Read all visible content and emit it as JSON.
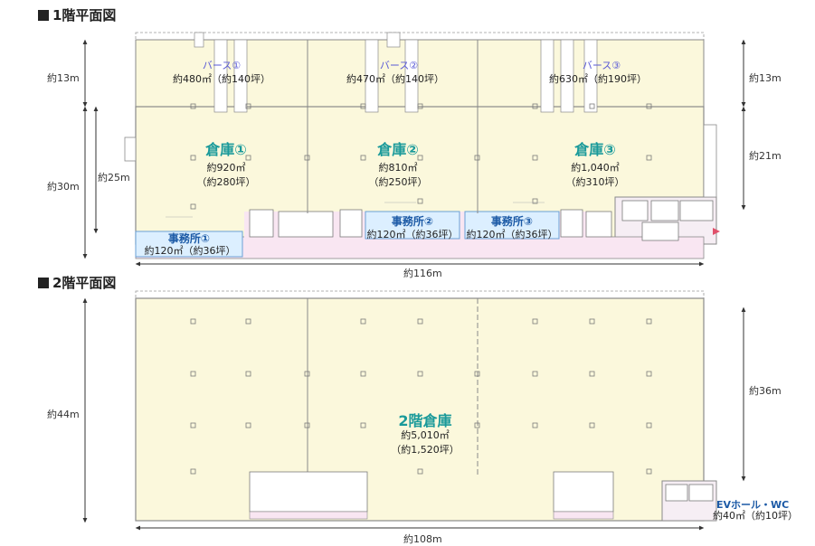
{
  "floor1": {
    "title": "1階平面図",
    "berths": [
      {
        "name": "バース①",
        "area": "約480㎡（約140坪）"
      },
      {
        "name": "バース②",
        "area": "約470㎡（約140坪）"
      },
      {
        "name": "バース③",
        "area": "約630㎡（約190坪）"
      }
    ],
    "warehouses": [
      {
        "name": "倉庫①",
        "area_m2": "約920㎡",
        "area_tsubo": "（約280坪）"
      },
      {
        "name": "倉庫②",
        "area_m2": "約810㎡",
        "area_tsubo": "（約250坪）"
      },
      {
        "name": "倉庫③",
        "area_m2": "約1,040㎡",
        "area_tsubo": "（約310坪）"
      }
    ],
    "offices": [
      {
        "name": "事務所①",
        "area": "約120㎡（約36坪）"
      },
      {
        "name": "事務所②",
        "area": "約120㎡（約36坪）"
      },
      {
        "name": "事務所③",
        "area": "約120㎡（約36坪）"
      }
    ],
    "dims": {
      "left_top": "約13m",
      "left_total": "約30m",
      "left_inner": "約25m",
      "right_top": "約13m",
      "right_bottom": "約21m",
      "width": "約116m"
    }
  },
  "floor2": {
    "title": "2階平面図",
    "warehouse": {
      "name": "2階倉庫",
      "area_m2": "約5,010㎡",
      "area_tsubo": "（約1,520坪）"
    },
    "evwc": {
      "name": "EVホール・WC",
      "area": "約40㎡（約10坪）"
    },
    "dims": {
      "left": "約44m",
      "right": "約36m",
      "width": "約108m"
    }
  },
  "colors": {
    "floor_fill": "#fbf8dc",
    "office_fill": "#dcefff",
    "corridor_fill": "#f9e6f2",
    "wall": "#8a8a8a",
    "warehouse_label": "#1a9a9a",
    "office_label": "#1c5aa6",
    "berth_label": "#5a5ad6"
  }
}
